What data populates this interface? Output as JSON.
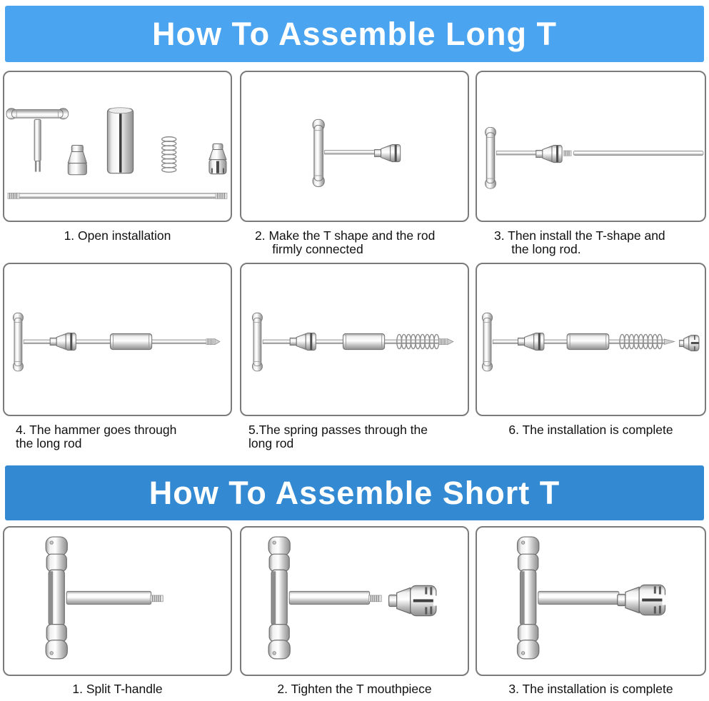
{
  "sections": [
    {
      "title": "How To Assemble Long T",
      "banner_color": "#4aa4f0",
      "steps": [
        {
          "caption": "1. Open installation"
        },
        {
          "caption": "2. Make the T shape and the rod\n     firmly connected"
        },
        {
          "caption": "3. Then install the T-shape and\n     the long rod."
        },
        {
          "caption": "4. The hammer goes through\nthe long rod"
        },
        {
          "caption": "5.The spring passes through the\nlong rod"
        },
        {
          "caption": "6. The installation is complete"
        }
      ]
    },
    {
      "title": "How To Assemble Short T",
      "banner_color": "#338ad3",
      "steps": [
        {
          "caption": "1. Split T-handle"
        },
        {
          "caption": "2. Tighten the T mouthpiece"
        },
        {
          "caption": "3. The installation is complete"
        }
      ]
    }
  ],
  "illustration_parts": {
    "t_handle": "T-handle",
    "collet": "collet nozzle",
    "hammer": "slide hammer cylinder",
    "spring": "spring",
    "mouthpiece": "claw mouthpiece",
    "rod": "long rod"
  }
}
